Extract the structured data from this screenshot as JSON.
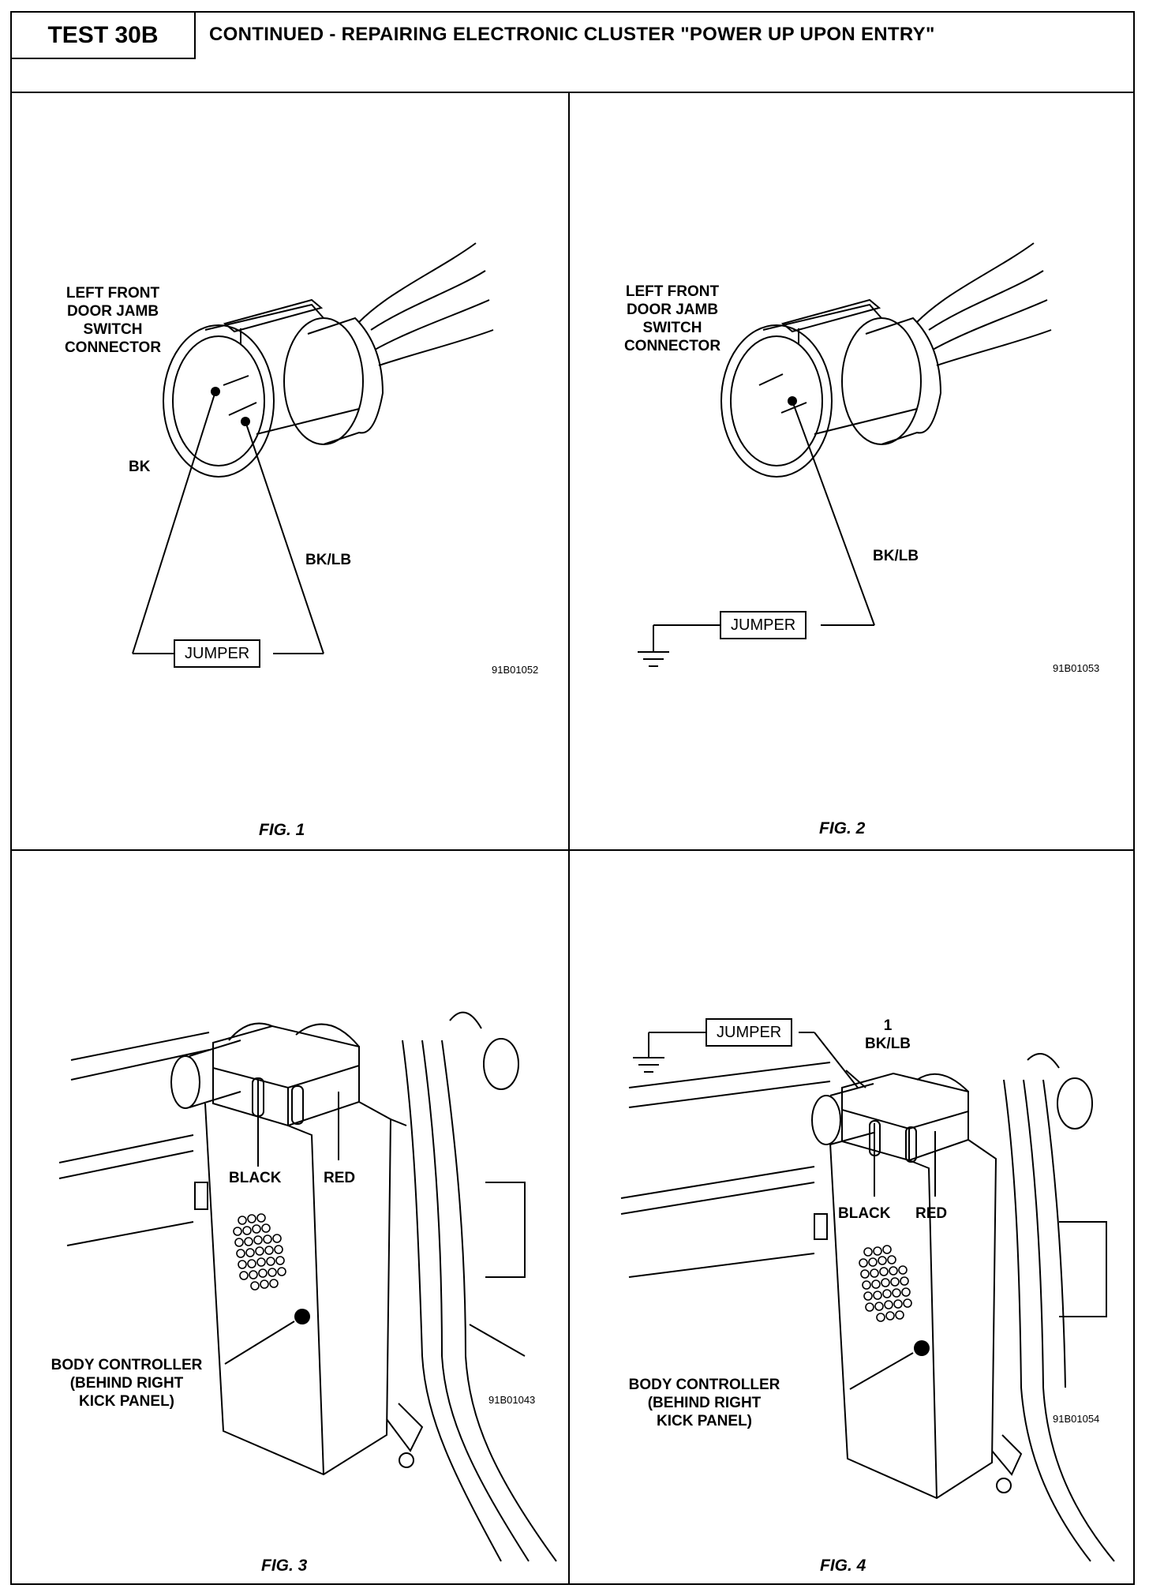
{
  "header": {
    "test_label": "TEST 30B",
    "title": "CONTINUED - REPAIRING ELECTRONIC CLUSTER \"POWER UP UPON ENTRY\""
  },
  "fig1": {
    "connector_label": [
      "LEFT FRONT",
      "DOOR JAMB",
      "SWITCH",
      "CONNECTOR"
    ],
    "wire_bk": "BK",
    "wire_bklb": "BK/LB",
    "jumper": "JUMPER",
    "code": "91B01052",
    "caption": "FIG. 1"
  },
  "fig2": {
    "connector_label": [
      "LEFT FRONT",
      "DOOR JAMB",
      "SWITCH",
      "CONNECTOR"
    ],
    "wire_bklb": "BK/LB",
    "jumper": "JUMPER",
    "code": "91B01053",
    "caption": "FIG. 2"
  },
  "fig3": {
    "black": "BLACK",
    "red": "RED",
    "controller_label": [
      "BODY CONTROLLER",
      "(BEHIND RIGHT",
      "KICK PANEL)"
    ],
    "code": "91B01043",
    "caption": "FIG. 3"
  },
  "fig4": {
    "jumper": "JUMPER",
    "pin_number": "1",
    "wire_bklb": "BK/LB",
    "black": "BLACK",
    "red": "RED",
    "controller_label": [
      "BODY CONTROLLER",
      "(BEHIND RIGHT",
      "KICK PANEL)"
    ],
    "code": "91B01054",
    "caption": "FIG. 4"
  }
}
